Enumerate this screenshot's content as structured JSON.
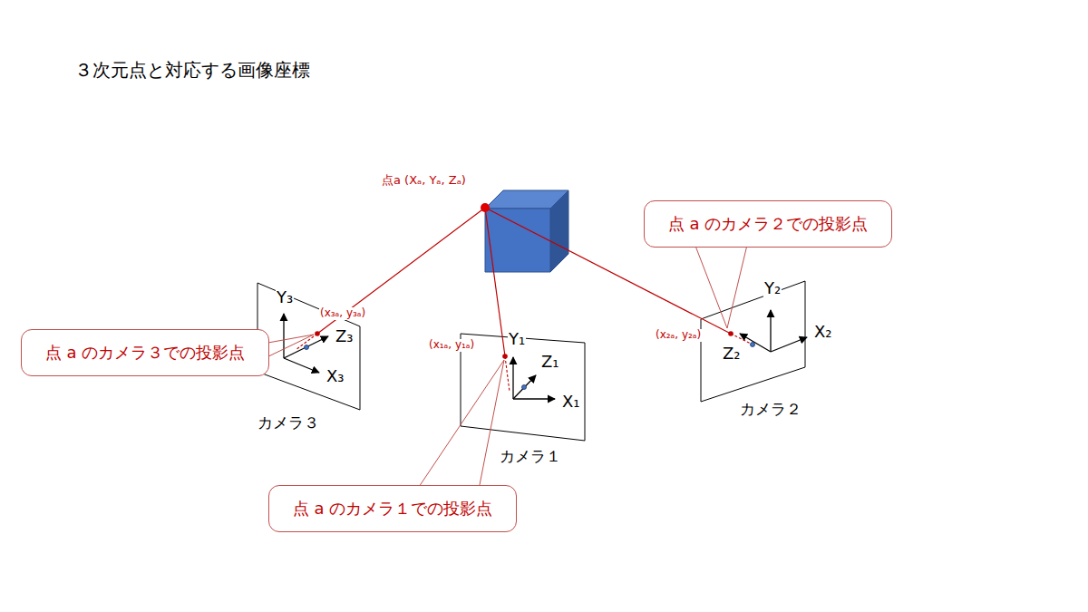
{
  "diagram": {
    "title": "３次元点と対応する画像座標",
    "nodes": [
      {
        "text": [
          "点 a のカメラ２での投影点"
        ]
      },
      {
        "text": [
          "点 a のカメラ３での投影点"
        ]
      },
      {
        "text": [
          "点 a のカメラ１での投影点"
        ]
      }
    ],
    "labels": [
      "点a (Xₐ, Yₐ, Zₐ)",
      "(x₃ₐ, y₃ₐ)",
      "Y₃",
      "Z₃",
      "X₃",
      "カメラ３",
      "(x₁ₐ, y₁ₐ)",
      "Y₁",
      "Z₁",
      "X₁",
      "カメラ１",
      "(x₂ₐ, y₂ₐ)",
      "Y₂",
      "Z₂",
      "X₂",
      "カメラ２"
    ]
  }
}
